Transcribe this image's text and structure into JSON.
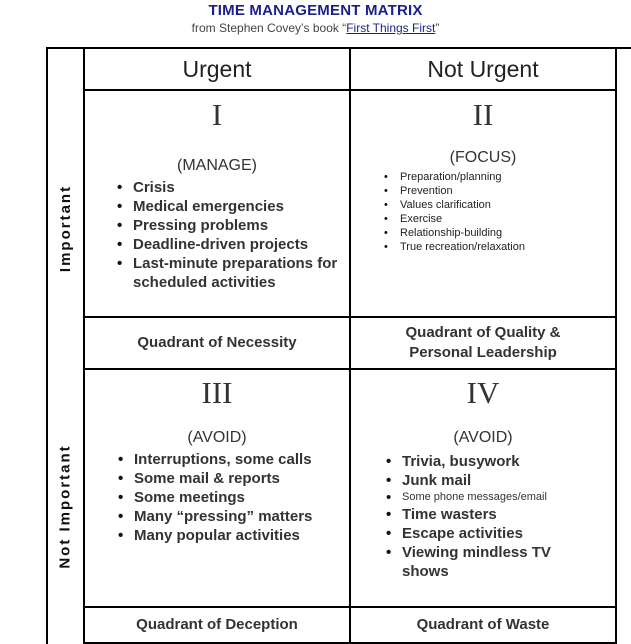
{
  "header": {
    "title": "TIME MANAGEMENT MATRIX",
    "subtitle_prefix": "from Stephen Covey’s book “",
    "book_link": "First Things First",
    "subtitle_suffix": "”"
  },
  "columns": {
    "urgent": "Urgent",
    "not_urgent": "Not Urgent"
  },
  "rows": {
    "important": "Important",
    "not_important": "Not Important"
  },
  "quadrants": {
    "q1": {
      "numeral": "I",
      "action": "(MANAGE)",
      "items": [
        "Crisis",
        "Medical emergencies",
        "Pressing problems",
        "Deadline-driven projects",
        "Last-minute preparations for scheduled activities"
      ],
      "footer": "Quadrant of Necessity"
    },
    "q2": {
      "numeral": "II",
      "action": "(FOCUS)",
      "items": [
        "Preparation/planning",
        "Prevention",
        "Values clarification",
        "Exercise",
        "Relationship-building",
        "True recreation/relaxation"
      ],
      "footer_line1": "Quadrant of Quality &",
      "footer_line2": "Personal Leadership"
    },
    "q3": {
      "numeral": "III",
      "action": "(AVOID)",
      "items": [
        "Interruptions, some calls",
        "Some mail & reports",
        "Some meetings",
        "Many “pressing” matters",
        "Many popular activities"
      ],
      "footer": "Quadrant of Deception"
    },
    "q4": {
      "numeral": "IV",
      "action": "(AVOID)",
      "items": [
        "Trivia, busywork",
        "Junk mail",
        "Some phone messages/email",
        "Time wasters",
        "Escape activities",
        "Viewing mindless TV shows"
      ],
      "footer": "Quadrant of Waste"
    }
  }
}
